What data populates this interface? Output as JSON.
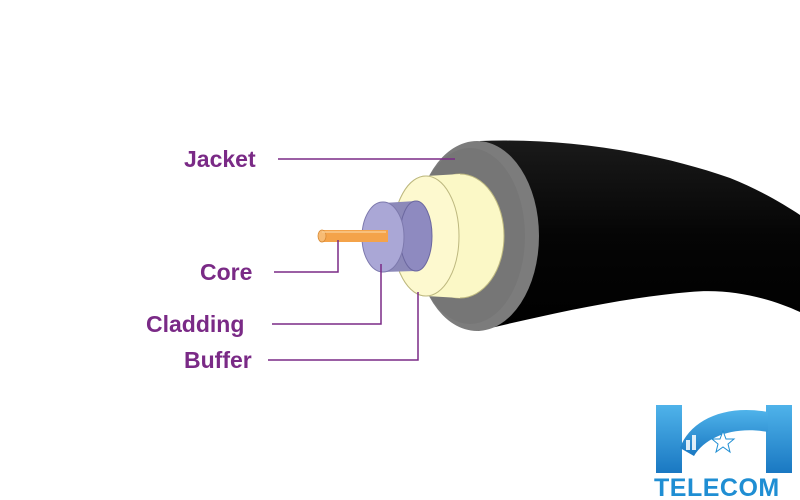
{
  "labels": {
    "jacket": "Jacket",
    "core": "Core",
    "cladding": "Cladding",
    "buffer": "Buffer"
  },
  "logo": {
    "text": "TELECOM",
    "icon": "hn-star-logo-icon"
  },
  "colors": {
    "label": "#7a2a86",
    "leader_line": "#7a2a86",
    "jacket_body": "#050505",
    "jacket_ring": "#7c7c7c",
    "buffer_ring": "#fbf8c6",
    "cladding": "#9a97c8",
    "core": "#f4a34a",
    "logo_blue": "#1f8ed3"
  }
}
